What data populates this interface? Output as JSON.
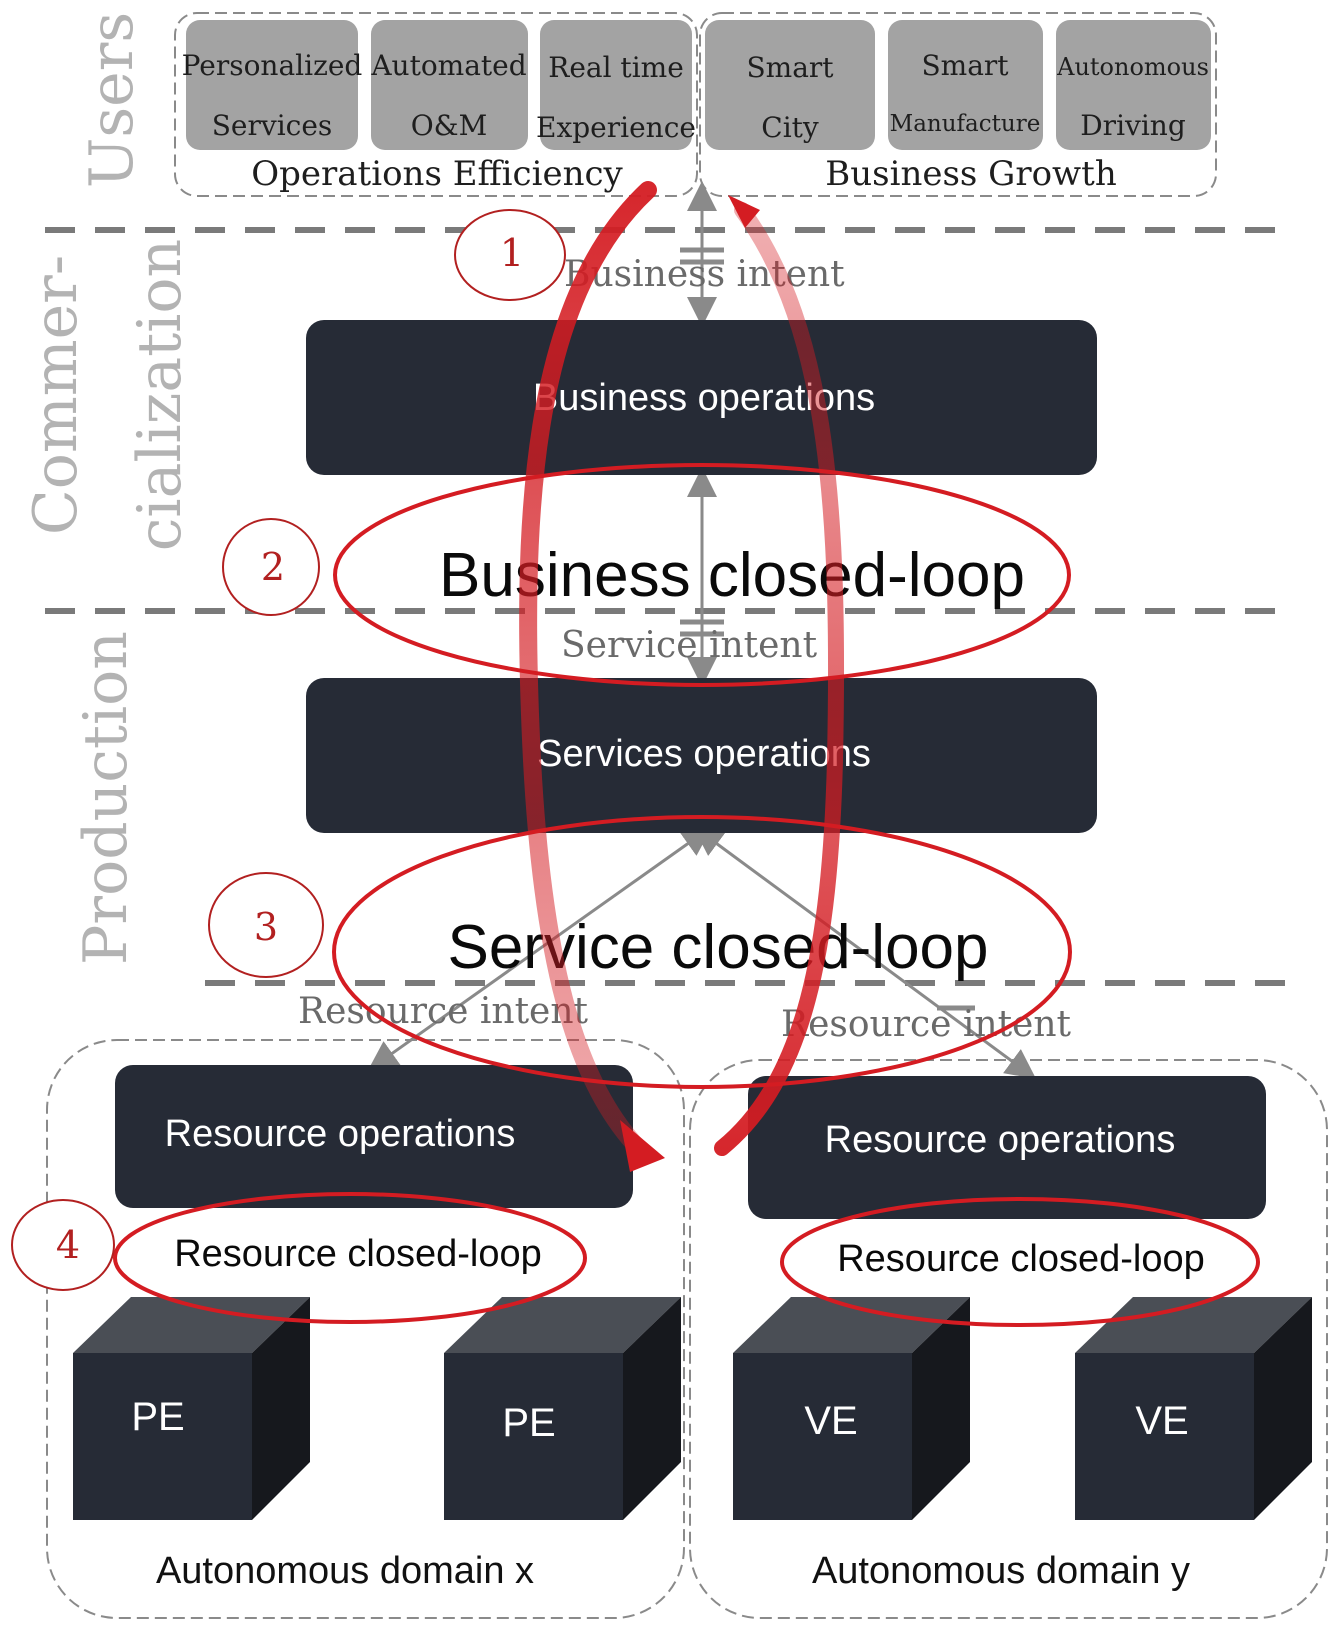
{
  "layers": {
    "users": "Users",
    "commercialization_line1": "Commer-",
    "commercialization_line2": "cialization",
    "production": "Production"
  },
  "users_panel": {
    "left_group": {
      "caption": "Operations Efficiency",
      "tiles": [
        {
          "line1": "Personalized",
          "line2": "Services"
        },
        {
          "line1": "Automated",
          "line2": "O&M"
        },
        {
          "line1": "Real time",
          "line2": "Experience"
        }
      ]
    },
    "right_group": {
      "caption": "Business Growth",
      "tiles": [
        {
          "line1": "Smart",
          "line2": "City"
        },
        {
          "line1": "Smart",
          "line2": "Manufacture"
        },
        {
          "line1": "Autonomous",
          "line2": "Driving"
        }
      ]
    }
  },
  "intents": {
    "business": "Business intent",
    "service": "Service intent",
    "resource_left": "Resource intent",
    "resource_right": "Resource intent"
  },
  "operations": {
    "business": "Business operations",
    "services": "Services operations",
    "resource_x": "Resource operations",
    "resource_y": "Resource operations"
  },
  "loops": {
    "business": "Business closed-loop",
    "service": "Service closed-loop",
    "resource_x": "Resource closed-loop",
    "resource_y": "Resource closed-loop"
  },
  "loop_numbers": [
    "1",
    "2",
    "3",
    "4"
  ],
  "domains": {
    "x": {
      "label": "Autonomous domain x",
      "elements": [
        "PE",
        "PE"
      ]
    },
    "y": {
      "label": "Autonomous domain y",
      "elements": [
        "VE",
        "VE"
      ]
    }
  },
  "colors": {
    "dark_box": "#262b36",
    "tile_gray": "#a3a3a3",
    "loop_red": "#d41c22",
    "dashed_gray": "#7a7a7a",
    "arrow_gray": "#8a8a8a",
    "layer_label": "#b3b3b3"
  }
}
